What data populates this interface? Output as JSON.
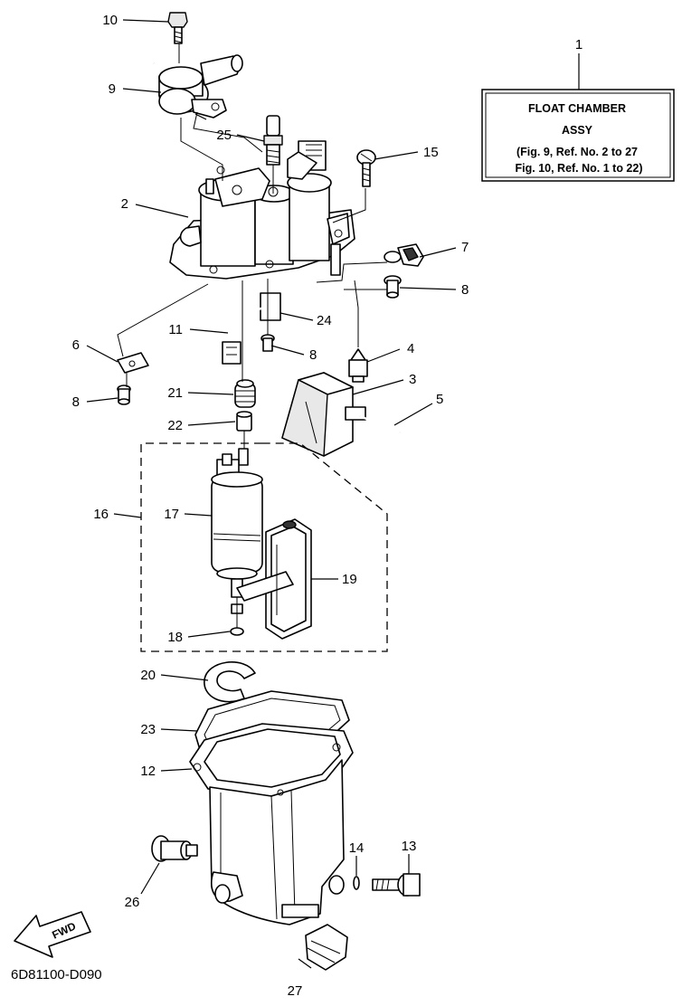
{
  "title_box": {
    "line1": "FLOAT CHAMBER",
    "line2": "ASSY",
    "line3": "(Fig. 9, Ref. No. 2 to 27",
    "line4": "Fig. 10, Ref. No. 1 to 22)"
  },
  "diagram_code": "6D81100-D090",
  "fwd_label": "FWD",
  "callouts": {
    "c1": "1",
    "c2": "2",
    "c3": "3",
    "c4": "4",
    "c5": "5",
    "c6": "6",
    "c7": "7",
    "c8a": "8",
    "c8b": "8",
    "c8c": "8",
    "c9": "9",
    "c10": "10",
    "c11": "11",
    "c12": "12",
    "c13": "13",
    "c14": "14",
    "c15": "15",
    "c16": "16",
    "c17": "17",
    "c18": "18",
    "c19": "19",
    "c20": "20",
    "c21": "21",
    "c22": "22",
    "c23": "23",
    "c24": "24",
    "c25": "25",
    "c26": "26",
    "c27": "27"
  }
}
